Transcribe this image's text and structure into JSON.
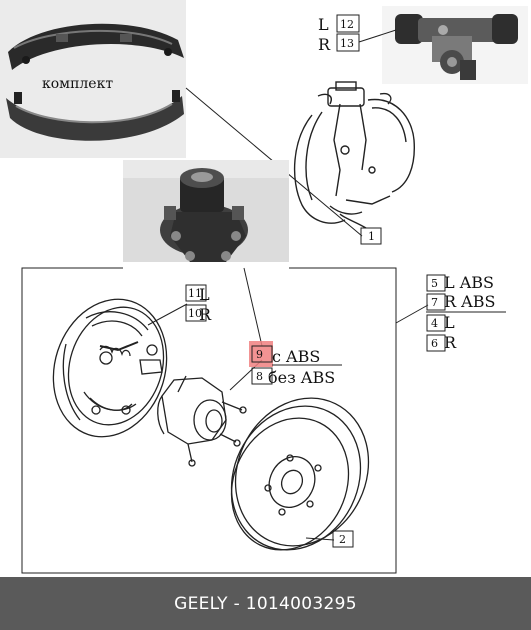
{
  "kit_label": "комплект",
  "callouts": {
    "c12": "12",
    "c13": "13",
    "c1": "1",
    "c11": "11",
    "c10": "10",
    "c9": "9",
    "c8": "8",
    "c5": "5",
    "c7": "7",
    "c4": "4",
    "c6": "6",
    "c2": "2"
  },
  "labels": {
    "l_12": "L",
    "r_13": "R",
    "l_11": "L",
    "r_10": "R",
    "with_abs": "с ABS",
    "without_abs": "без ABS",
    "l_abs": "L ABS",
    "r_abs": "R ABS",
    "l_4": "L",
    "r_6": "R"
  },
  "footer": {
    "text": "GEELY - 1014003295"
  },
  "colors": {
    "highlight": "#f08080",
    "footer_bg": "#5a5a5a",
    "line": "#222222"
  }
}
